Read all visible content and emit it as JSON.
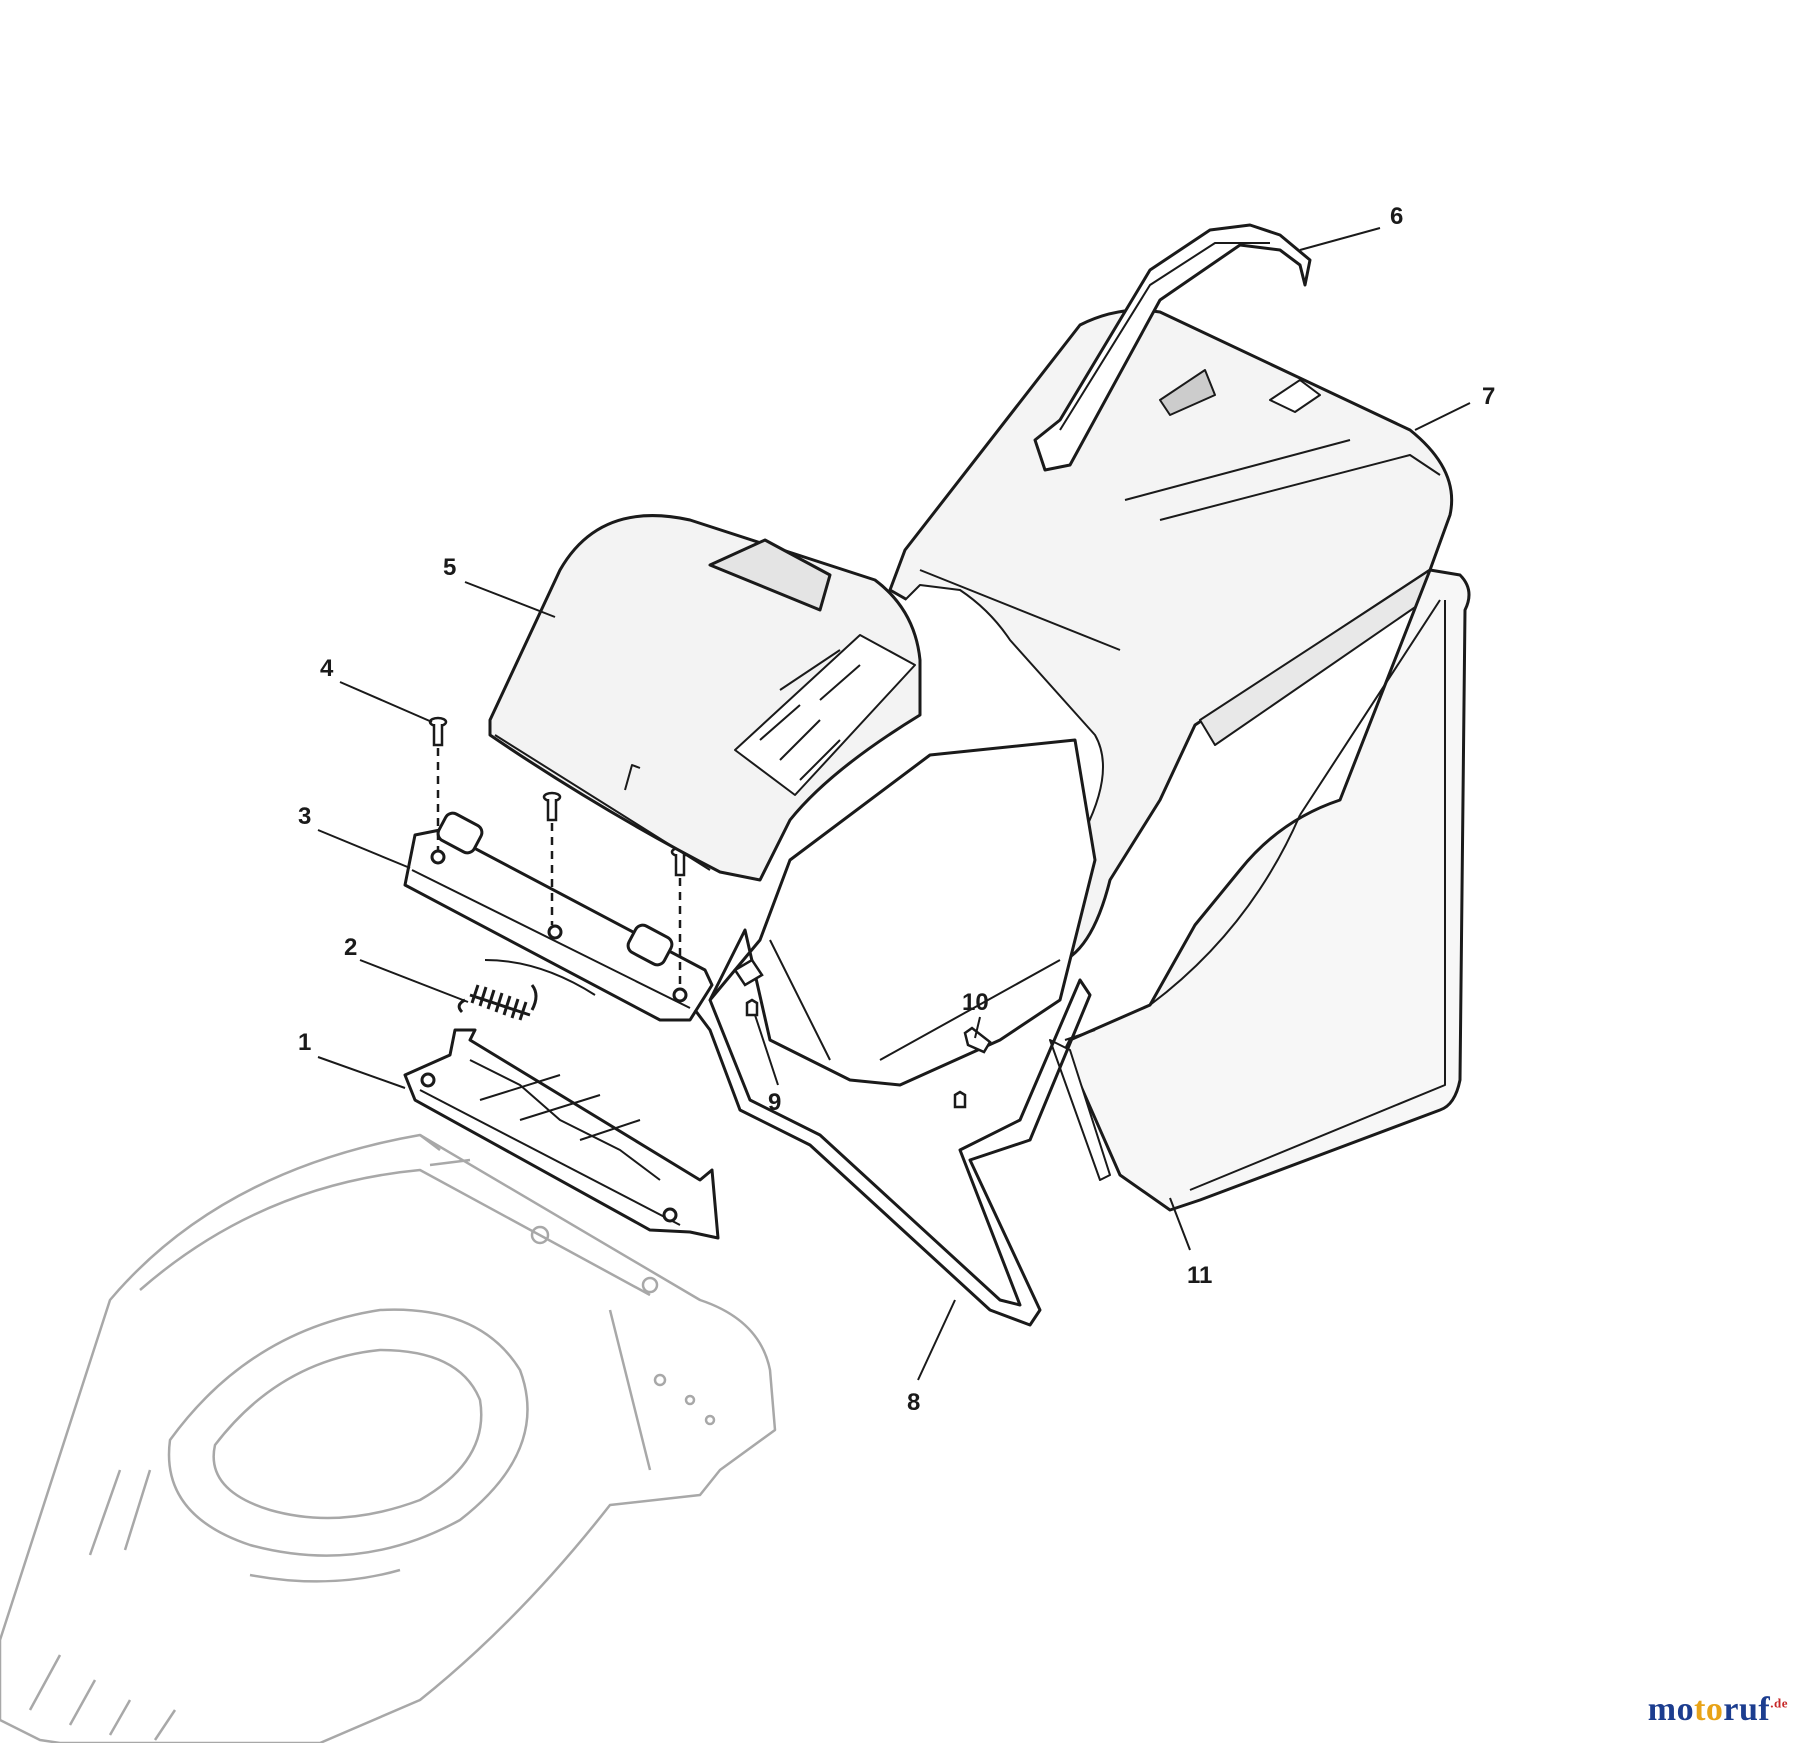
{
  "callouts": [
    {
      "id": "1",
      "label": "1"
    },
    {
      "id": "2",
      "label": "2"
    },
    {
      "id": "3",
      "label": "3"
    },
    {
      "id": "4",
      "label": "4"
    },
    {
      "id": "5",
      "label": "5"
    },
    {
      "id": "6",
      "label": "6"
    },
    {
      "id": "7",
      "label": "7"
    },
    {
      "id": "8",
      "label": "8"
    },
    {
      "id": "9",
      "label": "9"
    },
    {
      "id": "10",
      "label": "10"
    },
    {
      "id": "11",
      "label": "11"
    }
  ],
  "watermark": {
    "part1": "mo",
    "part2": "to",
    "part3": "ruf",
    "tld": ".de"
  },
  "colors": {
    "line": "#1a1a1a",
    "ghost": "#a8a8a8",
    "panel": "#f3f3f3",
    "basket": "#f7f7f7"
  }
}
